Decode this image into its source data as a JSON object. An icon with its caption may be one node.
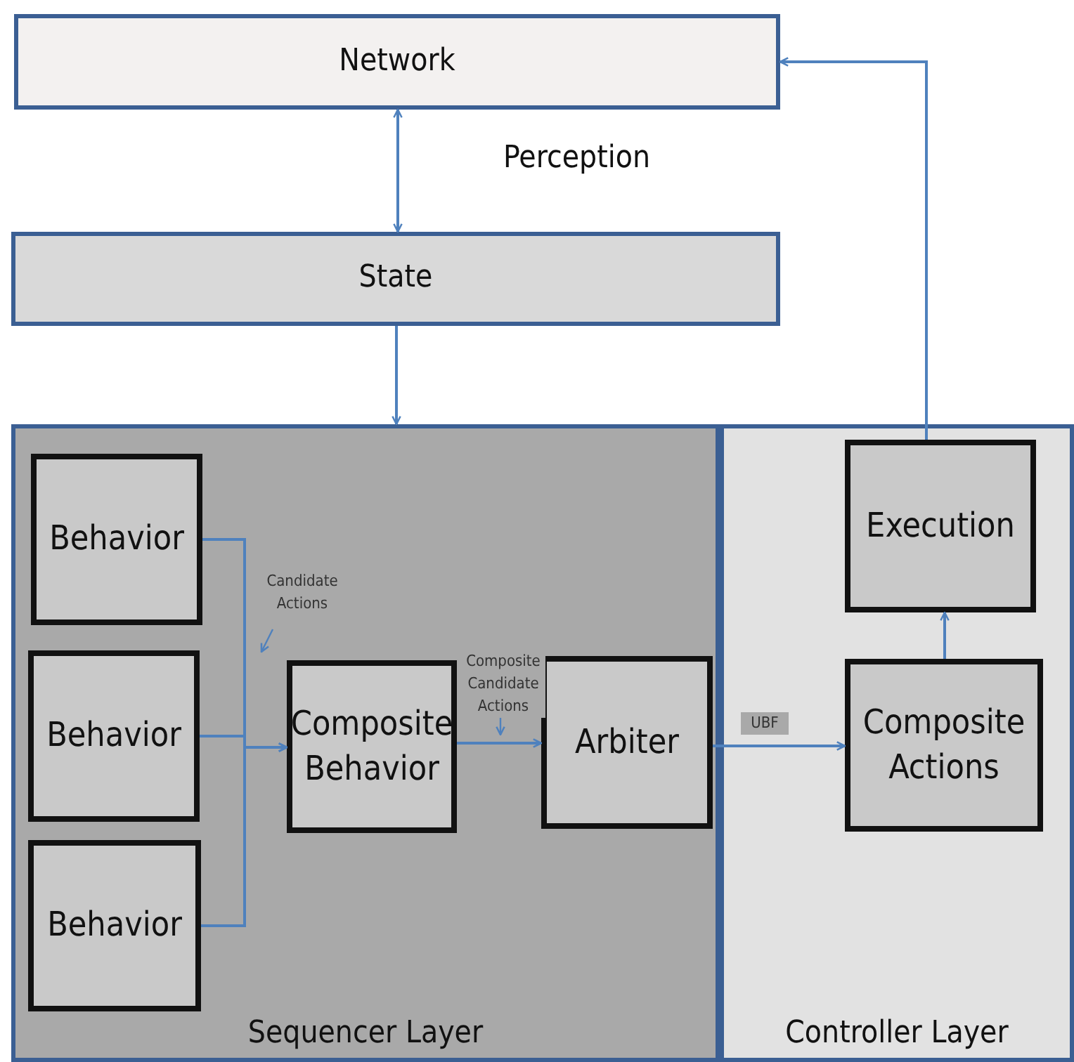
{
  "diagram": {
    "nodes": [
      {
        "text": [
          "Network"
        ]
      },
      {
        "text": [
          "State"
        ]
      },
      {
        "text": [
          "Sequencer Layer"
        ]
      },
      {
        "text": [
          "Controller Layer"
        ]
      },
      {
        "text": [
          "Behavior"
        ],
        "in": 2
      },
      {
        "text": [
          "Behavior"
        ],
        "in": 2
      },
      {
        "text": [
          "Behavior"
        ],
        "in": 2
      },
      {
        "text": [
          "Composite Behavior"
        ],
        "in": 2
      },
      {
        "text": [
          "Arbiter"
        ],
        "in": 2
      },
      {
        "text": [
          "Execution"
        ],
        "in": 3
      },
      {
        "text": [
          "Composite Actions"
        ],
        "in": 3
      }
    ],
    "edges": [
      {
        "from": 0,
        "to": 1,
        "arrow": "both"
      },
      {
        "from": 1,
        "to": 2,
        "arrow": "to"
      },
      {
        "from": 4,
        "to": 7,
        "arrow": "to",
        "label": "Candidate Actions"
      },
      {
        "from": 5,
        "to": 7,
        "arrow": "to"
      },
      {
        "from": 6,
        "to": 7,
        "arrow": "to"
      },
      {
        "from": 7,
        "to": 8,
        "arrow": "to",
        "label": "Composite Candidate Actions"
      },
      {
        "from": 8,
        "to": 10,
        "arrow": "to",
        "label": "UBF"
      },
      {
        "from": 10,
        "to": 9,
        "arrow": "to"
      },
      {
        "from": 9,
        "to": 0,
        "arrow": "to"
      }
    ],
    "labels": [
      "Perception"
    ]
  }
}
